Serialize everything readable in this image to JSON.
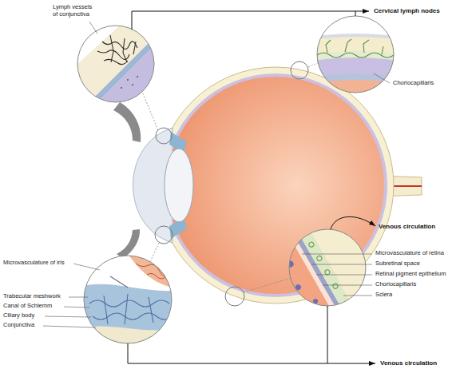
{
  "diagram": {
    "labels": [
      "Lymph vessels of conjunctiva",
      "Cervical lymph nodes",
      "Choriocapillaris",
      "Venous circulation",
      "Microvasculature of retina",
      "Subretinal space",
      "Retinal pigment epithelium",
      "Choriocapillaris",
      "Sclera",
      "Microvasculature of iris",
      "Trabecular meshwork",
      "Canal of Schlemm",
      "Ciliary body",
      "Conjunctiva",
      "Venous circulation"
    ]
  }
}
